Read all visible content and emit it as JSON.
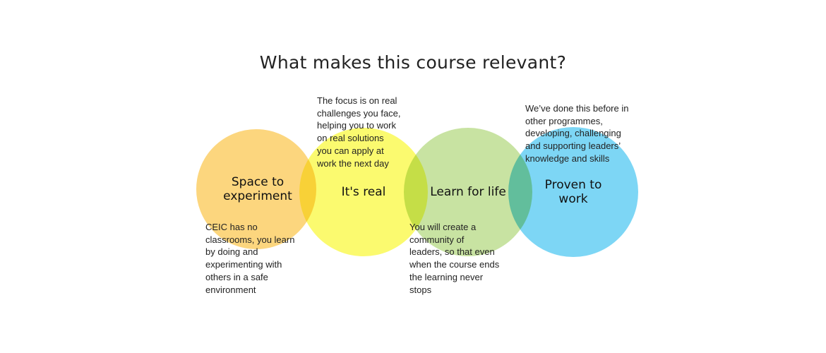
{
  "title": "What makes this course relevant?",
  "circles": [
    {
      "label": "Space to\nexperiment",
      "color": "#FCD67E",
      "description": "CEIC has no\nclassrooms, you learn\nby doing and\nexperimenting with\nothers in a safe\nenvironment"
    },
    {
      "label": "It's real",
      "color": "#FBFA6F",
      "description": "The focus is on real\nchallenges you face,\nhelping you to work\non real solutions\nyou can apply at\nwork the next day"
    },
    {
      "label": "Learn for life",
      "color": "#C8E3A2",
      "description": "You will create a\ncommunity of\nleaders, so that even\nwhen the course ends\nthe learning never\nstops"
    },
    {
      "label": "Proven to\nwork",
      "color": "#7DD6F5",
      "description": "We’ve done this before in\nother programmes,\ndeveloping, challenging\nand supporting leaders’\nknowledge and skills"
    }
  ]
}
